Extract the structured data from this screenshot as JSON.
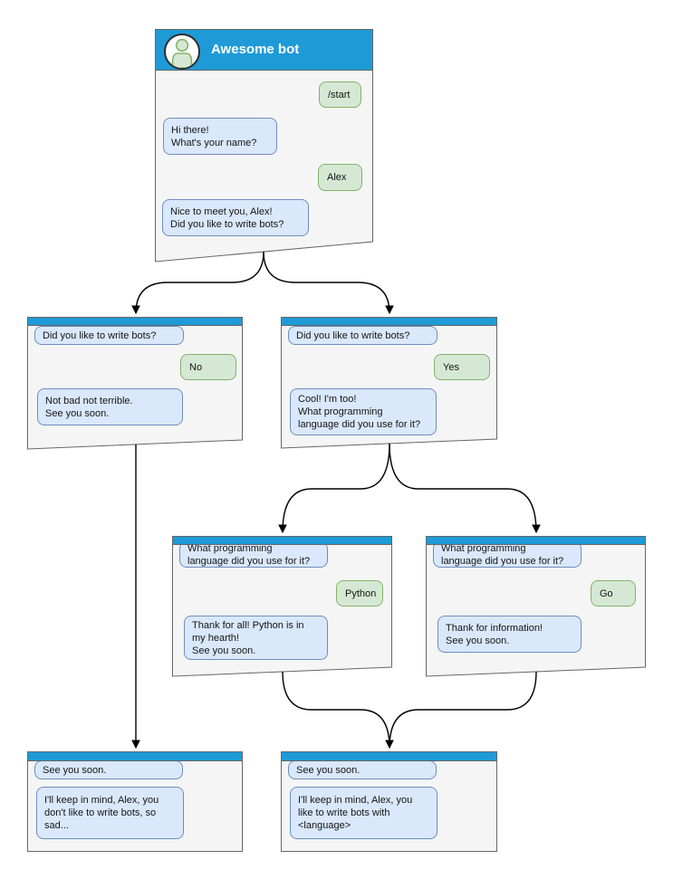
{
  "colors": {
    "header_blue": "#1e9bd7",
    "window_fill": "#f5f5f5",
    "window_border": "#666666",
    "bot_bubble_fill": "#dae8fc",
    "bot_bubble_border": "#6c8ebf",
    "user_bubble_fill": "#d5e8d4",
    "user_bubble_border": "#82b366",
    "connector": "#000000"
  },
  "windows": {
    "main": {
      "title": "Awesome bot",
      "start_cmd": "/start",
      "greeting": "Hi there!\nWhat's your name?",
      "name_reply": "Alex",
      "meet": "Nice to meet you, Alex!\nDid you like to write bots?"
    },
    "no_branch": {
      "question": "Did you like to write bots?",
      "answer": "No",
      "response": "Not bad not terrible.\nSee you soon."
    },
    "yes_branch": {
      "question": "Did you like to write bots?",
      "answer": "Yes",
      "response": "Cool! I'm too!\nWhat programming\nlanguage did you use for it?"
    },
    "python_branch": {
      "question": "What programming\nlanguage did you use for it?",
      "answer": "Python",
      "response": "Thank for all! Python is in\nmy hearth!\nSee you soon."
    },
    "go_branch": {
      "question": "What programming\nlanguage did you use for it?",
      "answer": "Go",
      "response": "Thank for information!\nSee you soon."
    },
    "end_no": {
      "message1": "See you soon.",
      "message2": "I'll keep in mind, Alex, you\ndon't like to write bots, so\nsad..."
    },
    "end_yes": {
      "message1": "See you soon.",
      "message2": "I'll keep in mind, Alex, you\nlike to write bots with\n<language>"
    }
  }
}
